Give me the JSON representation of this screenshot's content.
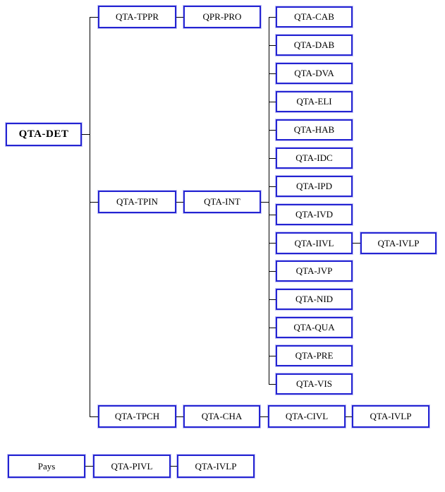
{
  "diagram": {
    "type": "hierarchy-flowchart",
    "colors": {
      "box_border": "#2424d2",
      "connector": "#000000",
      "text": "#000000",
      "background": "#ffffff"
    },
    "root": {
      "label": "QTA-DET"
    },
    "branches": [
      {
        "label": "QTA-TPPR",
        "children": [
          {
            "label": "QPR-PRO"
          }
        ]
      },
      {
        "label": "QTA-TPIN",
        "children": [
          {
            "label": "QTA-INT",
            "children": [
              {
                "label": "QTA-CAB"
              },
              {
                "label": "QTA-DAB"
              },
              {
                "label": "QTA-DVA"
              },
              {
                "label": "QTA-ELI"
              },
              {
                "label": "QTA-HAB"
              },
              {
                "label": "QTA-IDC"
              },
              {
                "label": "QTA-IPD"
              },
              {
                "label": "QTA-IVD"
              },
              {
                "label": "QTA-IIVL",
                "children": [
                  {
                    "label": "QTA-IVLP"
                  }
                ]
              },
              {
                "label": "QTA-JVP"
              },
              {
                "label": "QTA-NID"
              },
              {
                "label": "QTA-QUA"
              },
              {
                "label": "QTA-PRE"
              },
              {
                "label": "QTA-VIS"
              }
            ]
          }
        ]
      },
      {
        "label": "QTA-TPCH",
        "children": [
          {
            "label": "QTA-CHA",
            "children": [
              {
                "label": "QTA-CIVL",
                "children": [
                  {
                    "label": "QTA-IVLP"
                  }
                ]
              }
            ]
          }
        ]
      }
    ],
    "standalone_chain": [
      {
        "label": "Pays"
      },
      {
        "label": "QTA-PIVL"
      },
      {
        "label": "QTA-IVLP"
      }
    ]
  }
}
